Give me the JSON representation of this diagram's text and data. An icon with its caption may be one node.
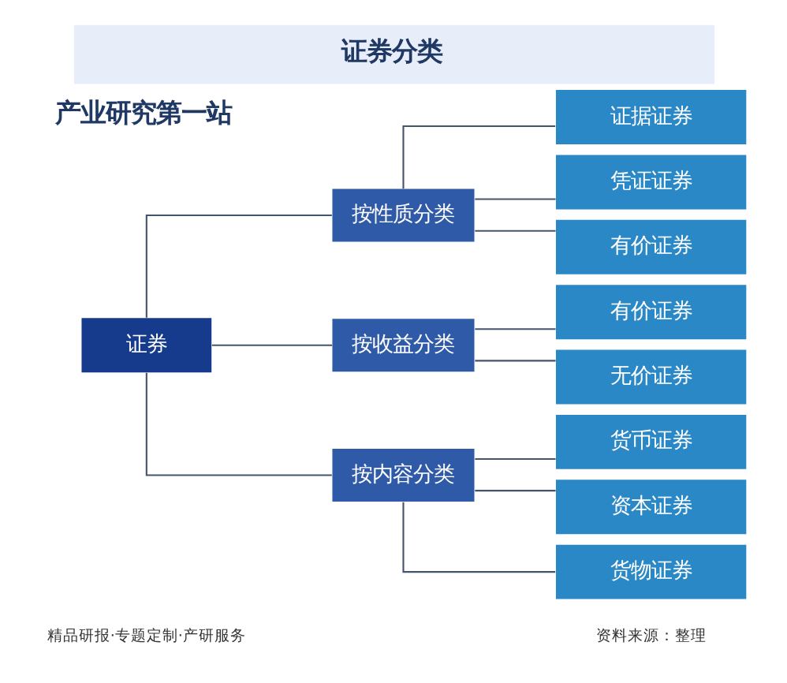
{
  "diagram": {
    "title": "证券分类",
    "nodes": [
      {
        "text": [
          "证券"
        ]
      },
      {
        "text": [
          "按性质分类"
        ]
      },
      {
        "text": [
          "证据证券"
        ]
      },
      {
        "text": [
          "凭证证券"
        ]
      },
      {
        "text": [
          "有价证券"
        ]
      },
      {
        "text": [
          "按收益分类"
        ]
      },
      {
        "text": [
          "有价证券"
        ]
      },
      {
        "text": [
          "无价证券"
        ]
      },
      {
        "text": [
          "按内容分类"
        ]
      },
      {
        "text": [
          "货币证券"
        ]
      },
      {
        "text": [
          "资本证券"
        ]
      },
      {
        "text": [
          "货物证券"
        ]
      }
    ],
    "edges": [
      {
        "from": 0,
        "to": 1,
        "arrow": "none"
      },
      {
        "from": 0,
        "to": 5,
        "arrow": "none"
      },
      {
        "from": 0,
        "to": 8,
        "arrow": "none"
      },
      {
        "from": 1,
        "to": 2,
        "arrow": "none"
      },
      {
        "from": 1,
        "to": 3,
        "arrow": "none"
      },
      {
        "from": 1,
        "to": 4,
        "arrow": "none"
      },
      {
        "from": 5,
        "to": 6,
        "arrow": "none"
      },
      {
        "from": 5,
        "to": 7,
        "arrow": "none"
      },
      {
        "from": 8,
        "to": 9,
        "arrow": "none"
      },
      {
        "from": 8,
        "to": 10,
        "arrow": "none"
      },
      {
        "from": 8,
        "to": 11,
        "arrow": "none"
      }
    ],
    "labels": [
      "产业研究第一站",
      "精品研报·专题定制·产研服务",
      "资料来源：整理"
    ]
  }
}
